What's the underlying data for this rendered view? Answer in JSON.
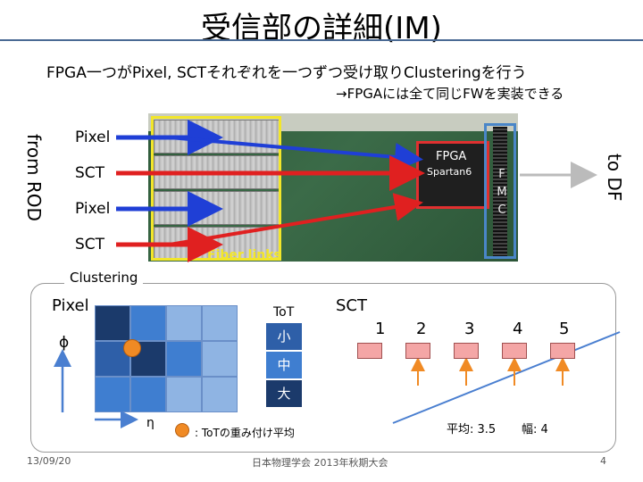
{
  "title": "受信部の詳細(IM)",
  "subtitle": "FPGA一つがPixel, SCTそれぞれを一つずつ受け取りClusteringを行う",
  "subtitle2": "→FPGAには全て同じFWを実装できる",
  "board": {
    "from_rod": "from ROD",
    "to_df": "to DF",
    "links": [
      "Pixel",
      "SCT",
      "Pixel",
      "SCT"
    ],
    "fpga_label": "FPGA",
    "fpga_model": "Spartan6",
    "fmc_letters": [
      "F",
      "M",
      "C"
    ],
    "fiber_label": "Fiber links"
  },
  "clustering": {
    "tab_label": "Clustering",
    "pixel_label": "Pixel",
    "phi_label": "ϕ",
    "eta_label": "η",
    "tot_label": "ToT",
    "tot_levels": [
      "小",
      "中",
      "大"
    ],
    "legend_text": ": ToTの重み付け平均",
    "sct_label": "SCT",
    "sct_numbers": [
      "1",
      "2",
      "3",
      "4",
      "5"
    ],
    "mean_label": "平均: 3.5",
    "width_label": "幅: 4"
  },
  "colors": {
    "tot_small": "#2e5fa8",
    "tot_mid": "#3f7ed0",
    "tot_large": "#1b3a6b",
    "light": "#8fb4e3",
    "centroid": "#f08a24",
    "pixel_arrow": "#1f3fd6",
    "sct_arrow": "#e02020"
  },
  "footer": {
    "date": "13/09/20",
    "conference": "日本物理学会 2013年秋期大会",
    "page": "4"
  }
}
